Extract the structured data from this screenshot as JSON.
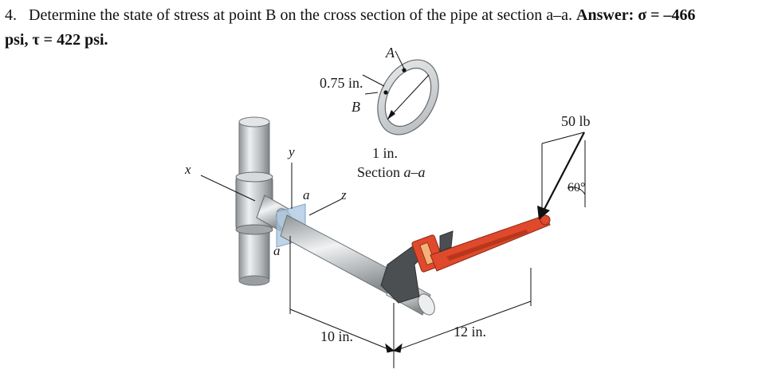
{
  "problem": {
    "number": "4.",
    "statement": "Determine the state of stress at point B on the cross section of the pipe at section a–a.",
    "answer_label": "Answer:",
    "answer_sigma": "σ = –466",
    "answer_line2": "psi, τ = 422 psi."
  },
  "figure": {
    "section": {
      "label_A": "A",
      "label_B": "B",
      "outer_dim": "0.75 in.",
      "inner_dim": "1 in.",
      "caption_prefix": "Section ",
      "caption_italic": "a–a"
    },
    "axes": {
      "x": "x",
      "y": "y",
      "z": "z"
    },
    "cut_label_top": "a",
    "cut_label_bottom": "a",
    "force": {
      "magnitude": "50 lb",
      "angle": "60°"
    },
    "dims": {
      "pipe_length": "10 in.",
      "wrench_length": "12 in."
    },
    "colors": {
      "wrench": "#e0492b",
      "pipe": "#d3d6d8",
      "cut_plane": "#a8c6e0"
    }
  }
}
